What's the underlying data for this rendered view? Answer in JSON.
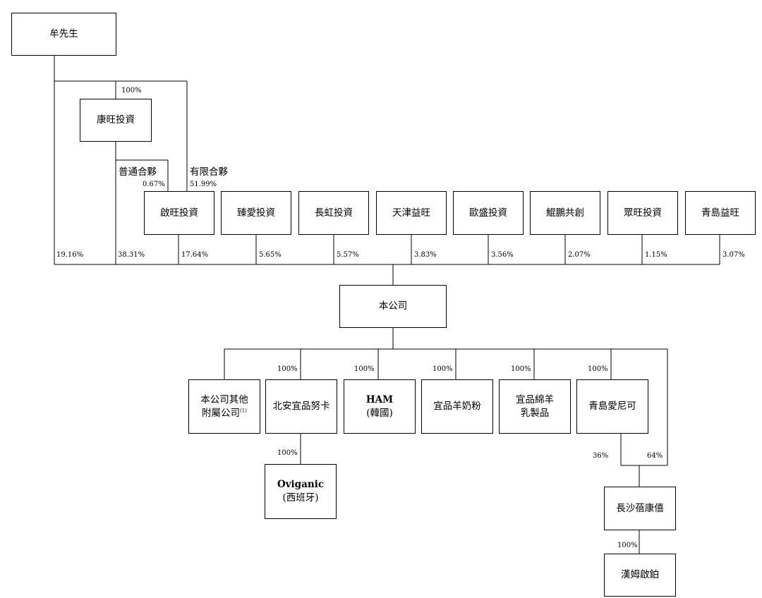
{
  "nodes": {
    "mou": "牟先生",
    "kangwang": "康旺投資",
    "qiwang": "啟旺投資",
    "zhenai": "臻愛投資",
    "changhong": "長虹投資",
    "tianjin": "天津益旺",
    "ousheng": "歐盛投資",
    "kunpeng": "鯤鵬共創",
    "zhongwang": "眾旺投資",
    "qingdao_yiwang": "青島益旺",
    "company": "本公司",
    "other_1": "本公司其他",
    "other_2": "附屬公司",
    "other_sup": "(1)",
    "beian": "北安宜品努卡",
    "ham_1": "HAM",
    "ham_2": "(韓國)",
    "yangnai": "宜品羊奶粉",
    "mianyang_1": "宜品綿羊",
    "mianyang_2": "乳製品",
    "aini": "青島愛尼可",
    "oviganic_1": "Oviganic",
    "oviganic_2": "(西班牙)",
    "changsha": "長沙蓓康僖",
    "hanmu": "漢姆啟鉑"
  },
  "labels": {
    "mou_kangwang": "100%",
    "gp": "普通合夥",
    "gp_pct": "0.67%",
    "lp": "有限合夥",
    "lp_pct": "51.99%",
    "s_mou": "19.16%",
    "s_kangwang": "38.31%",
    "s_qiwang": "17.64%",
    "s_zhenai": "5.65%",
    "s_changhong": "5.57%",
    "s_tianjin": "3.83%",
    "s_ousheng": "3.56%",
    "s_kunpeng": "2.07%",
    "s_zhongwang": "1.15%",
    "s_qingdao": "3.07%",
    "sub_beian": "100%",
    "sub_ham": "100%",
    "sub_yangnai": "100%",
    "sub_mianyang": "100%",
    "sub_aini": "100%",
    "sub_oviganic": "100%",
    "aini_changsha": "36%",
    "company_changsha": "64%",
    "changsha_hanmu": "100%"
  }
}
